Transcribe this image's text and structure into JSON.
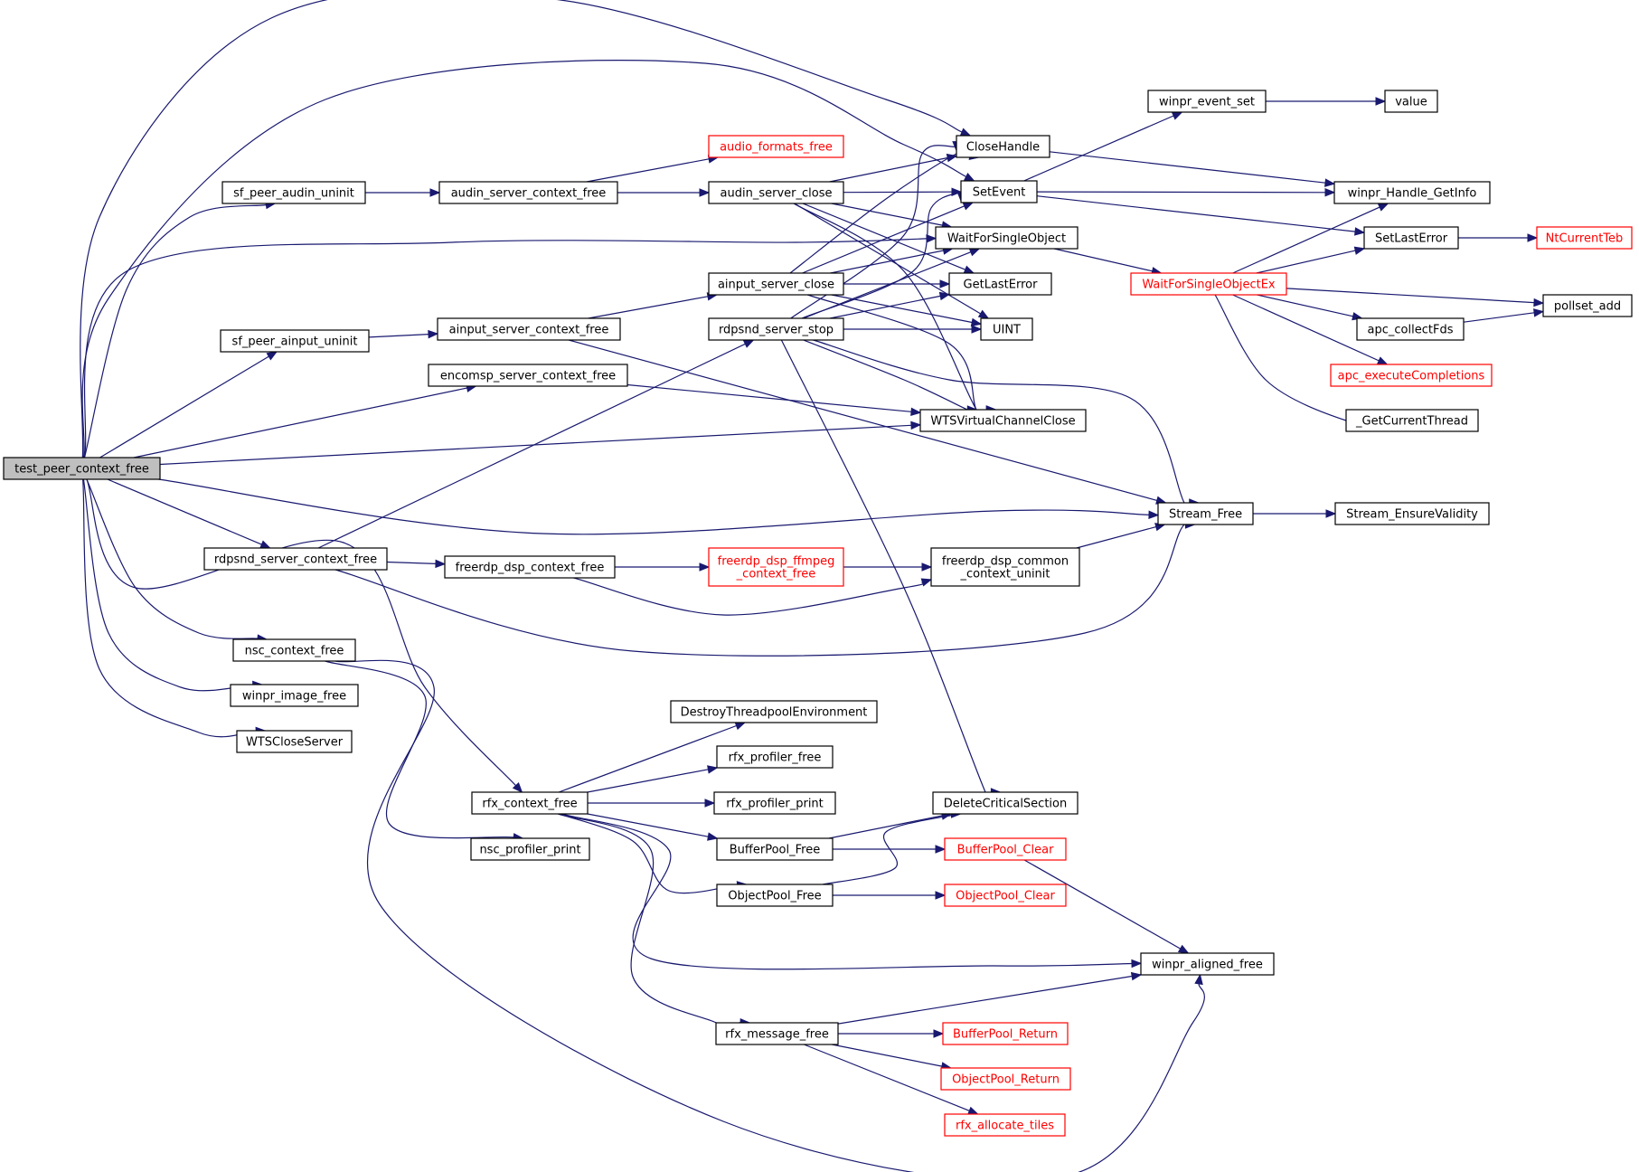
{
  "colors": {
    "edge": "#191970",
    "node_border": "#000000",
    "node_border_truncated": "#ff0000",
    "root_fill": "#bfbfbf",
    "background": "#ffffff"
  },
  "graph": {
    "root": "test_peer_context_free",
    "nodes": [
      {
        "id": "test_peer_context_free",
        "label": "test_peer_context_free",
        "root": true
      },
      {
        "id": "CloseHandle",
        "label": "CloseHandle"
      },
      {
        "id": "SetEvent",
        "label": "SetEvent"
      },
      {
        "id": "sf_peer_audin_uninit",
        "label": "sf_peer_audin_uninit"
      },
      {
        "id": "WaitForSingleObject",
        "label": "WaitForSingleObject"
      },
      {
        "id": "sf_peer_ainput_uninit",
        "label": "sf_peer_ainput_uninit"
      },
      {
        "id": "encomsp_server_context_free",
        "label": "encomsp_server_context_free"
      },
      {
        "id": "WTSVirtualChannelClose",
        "label": "WTSVirtualChannelClose"
      },
      {
        "id": "Stream_Free",
        "label": "Stream_Free"
      },
      {
        "id": "rdpsnd_server_context_free",
        "label": "rdpsnd_server_context_free"
      },
      {
        "id": "nsc_context_free",
        "label": "nsc_context_free"
      },
      {
        "id": "winpr_image_free",
        "label": "winpr_image_free"
      },
      {
        "id": "WTSCloseServer",
        "label": "WTSCloseServer"
      },
      {
        "id": "rfx_context_free",
        "label": "rfx_context_free"
      },
      {
        "id": "audin_server_context_free",
        "label": "audin_server_context_free"
      },
      {
        "id": "audio_formats_free",
        "label": "audio_formats_free",
        "truncated": true
      },
      {
        "id": "audin_server_close",
        "label": "audin_server_close"
      },
      {
        "id": "GetLastError",
        "label": "GetLastError"
      },
      {
        "id": "winpr_Handle_GetInfo",
        "label": "winpr_Handle_GetInfo"
      },
      {
        "id": "SetLastError",
        "label": "SetLastError"
      },
      {
        "id": "winpr_event_set",
        "label": "winpr_event_set"
      },
      {
        "id": "value",
        "label": "value"
      },
      {
        "id": "NtCurrentTeb",
        "label": "NtCurrentTeb",
        "truncated": true
      },
      {
        "id": "WaitForSingleObjectEx",
        "label": "WaitForSingleObjectEx",
        "truncated": true
      },
      {
        "id": "apc_collectFds",
        "label": "apc_collectFds"
      },
      {
        "id": "apc_executeCompletions",
        "label": "apc_executeCompletions",
        "truncated": true
      },
      {
        "id": "_GetCurrentThread",
        "label": "_GetCurrentThread"
      },
      {
        "id": "pollset_add",
        "label": "pollset_add"
      },
      {
        "id": "ainput_server_context_free",
        "label": "ainput_server_context_free"
      },
      {
        "id": "ainput_server_close",
        "label": "ainput_server_close"
      },
      {
        "id": "UINT",
        "label": "UINT"
      },
      {
        "id": "rdpsnd_server_stop",
        "label": "rdpsnd_server_stop"
      },
      {
        "id": "DeleteCriticalSection",
        "label": "DeleteCriticalSection"
      },
      {
        "id": "Stream_EnsureValidity",
        "label": "Stream_EnsureValidity"
      },
      {
        "id": "freerdp_dsp_context_free",
        "label": "freerdp_dsp_context_free"
      },
      {
        "id": "freerdp_dsp_ffmpeg_context_free",
        "label": "freerdp_dsp_ffmpeg\n_context_free",
        "truncated": true
      },
      {
        "id": "freerdp_dsp_common_context_uninit",
        "label": "freerdp_dsp_common\n_context_uninit"
      },
      {
        "id": "nsc_profiler_print",
        "label": "nsc_profiler_print"
      },
      {
        "id": "winpr_aligned_free",
        "label": "winpr_aligned_free"
      },
      {
        "id": "DestroyThreadpoolEnvironment",
        "label": "DestroyThreadpoolEnvironment"
      },
      {
        "id": "rfx_profiler_free",
        "label": "rfx_profiler_free"
      },
      {
        "id": "rfx_profiler_print",
        "label": "rfx_profiler_print"
      },
      {
        "id": "BufferPool_Free",
        "label": "BufferPool_Free"
      },
      {
        "id": "ObjectPool_Free",
        "label": "ObjectPool_Free"
      },
      {
        "id": "rfx_message_free",
        "label": "rfx_message_free"
      },
      {
        "id": "BufferPool_Clear",
        "label": "BufferPool_Clear",
        "truncated": true
      },
      {
        "id": "ObjectPool_Clear",
        "label": "ObjectPool_Clear",
        "truncated": true
      },
      {
        "id": "BufferPool_Return",
        "label": "BufferPool_Return",
        "truncated": true
      },
      {
        "id": "ObjectPool_Return",
        "label": "ObjectPool_Return",
        "truncated": true
      },
      {
        "id": "rfx_allocate_tiles",
        "label": "rfx_allocate_tiles",
        "truncated": true
      }
    ],
    "edges": [
      [
        "test_peer_context_free",
        "CloseHandle"
      ],
      [
        "test_peer_context_free",
        "SetEvent"
      ],
      [
        "test_peer_context_free",
        "sf_peer_audin_uninit"
      ],
      [
        "test_peer_context_free",
        "WaitForSingleObject"
      ],
      [
        "test_peer_context_free",
        "sf_peer_ainput_uninit"
      ],
      [
        "test_peer_context_free",
        "encomsp_server_context_free"
      ],
      [
        "test_peer_context_free",
        "WTSVirtualChannelClose"
      ],
      [
        "test_peer_context_free",
        "Stream_Free"
      ],
      [
        "test_peer_context_free",
        "rdpsnd_server_context_free"
      ],
      [
        "test_peer_context_free",
        "rfx_context_free"
      ],
      [
        "test_peer_context_free",
        "nsc_context_free"
      ],
      [
        "test_peer_context_free",
        "winpr_image_free"
      ],
      [
        "test_peer_context_free",
        "WTSCloseServer"
      ],
      [
        "sf_peer_audin_uninit",
        "audin_server_context_free"
      ],
      [
        "audin_server_context_free",
        "audio_formats_free"
      ],
      [
        "audin_server_context_free",
        "audin_server_close"
      ],
      [
        "audin_server_close",
        "CloseHandle"
      ],
      [
        "audin_server_close",
        "SetEvent"
      ],
      [
        "audin_server_close",
        "WaitForSingleObject"
      ],
      [
        "audin_server_close",
        "GetLastError"
      ],
      [
        "audin_server_close",
        "WTSVirtualChannelClose"
      ],
      [
        "audin_server_close",
        "UINT"
      ],
      [
        "CloseHandle",
        "winpr_Handle_GetInfo"
      ],
      [
        "SetEvent",
        "winpr_event_set"
      ],
      [
        "SetEvent",
        "winpr_Handle_GetInfo"
      ],
      [
        "SetEvent",
        "SetLastError"
      ],
      [
        "winpr_event_set",
        "value"
      ],
      [
        "SetLastError",
        "NtCurrentTeb"
      ],
      [
        "WaitForSingleObject",
        "WaitForSingleObjectEx"
      ],
      [
        "WaitForSingleObjectEx",
        "winpr_Handle_GetInfo"
      ],
      [
        "WaitForSingleObjectEx",
        "SetLastError"
      ],
      [
        "WaitForSingleObjectEx",
        "pollset_add"
      ],
      [
        "WaitForSingleObjectEx",
        "apc_collectFds"
      ],
      [
        "WaitForSingleObjectEx",
        "apc_executeCompletions"
      ],
      [
        "WaitForSingleObjectEx",
        "_GetCurrentThread"
      ],
      [
        "apc_collectFds",
        "pollset_add"
      ],
      [
        "sf_peer_ainput_uninit",
        "ainput_server_context_free"
      ],
      [
        "ainput_server_context_free",
        "ainput_server_close"
      ],
      [
        "ainput_server_context_free",
        "Stream_Free"
      ],
      [
        "ainput_server_close",
        "CloseHandle"
      ],
      [
        "ainput_server_close",
        "SetEvent"
      ],
      [
        "ainput_server_close",
        "WaitForSingleObject"
      ],
      [
        "ainput_server_close",
        "GetLastError"
      ],
      [
        "ainput_server_close",
        "UINT"
      ],
      [
        "ainput_server_close",
        "WTSVirtualChannelClose"
      ],
      [
        "encomsp_server_context_free",
        "WTSVirtualChannelClose"
      ],
      [
        "rdpsnd_server_context_free",
        "rdpsnd_server_stop"
      ],
      [
        "rdpsnd_server_context_free",
        "freerdp_dsp_context_free"
      ],
      [
        "rdpsnd_server_context_free",
        "Stream_Free"
      ],
      [
        "rdpsnd_server_stop",
        "CloseHandle"
      ],
      [
        "rdpsnd_server_stop",
        "SetEvent"
      ],
      [
        "rdpsnd_server_stop",
        "WaitForSingleObject"
      ],
      [
        "rdpsnd_server_stop",
        "GetLastError"
      ],
      [
        "rdpsnd_server_stop",
        "UINT"
      ],
      [
        "rdpsnd_server_stop",
        "WTSVirtualChannelClose"
      ],
      [
        "rdpsnd_server_stop",
        "Stream_Free"
      ],
      [
        "rdpsnd_server_stop",
        "DeleteCriticalSection"
      ],
      [
        "Stream_Free",
        "Stream_EnsureValidity"
      ],
      [
        "freerdp_dsp_context_free",
        "freerdp_dsp_ffmpeg_context_free"
      ],
      [
        "freerdp_dsp_context_free",
        "freerdp_dsp_common_context_uninit"
      ],
      [
        "freerdp_dsp_ffmpeg_context_free",
        "freerdp_dsp_common_context_uninit"
      ],
      [
        "freerdp_dsp_common_context_uninit",
        "Stream_Free"
      ],
      [
        "nsc_context_free",
        "nsc_profiler_print"
      ],
      [
        "nsc_context_free",
        "winpr_aligned_free"
      ],
      [
        "rfx_context_free",
        "DestroyThreadpoolEnvironment"
      ],
      [
        "rfx_context_free",
        "rfx_profiler_free"
      ],
      [
        "rfx_context_free",
        "rfx_profiler_print"
      ],
      [
        "rfx_context_free",
        "BufferPool_Free"
      ],
      [
        "rfx_context_free",
        "ObjectPool_Free"
      ],
      [
        "rfx_context_free",
        "winpr_aligned_free"
      ],
      [
        "rfx_context_free",
        "rfx_message_free"
      ],
      [
        "BufferPool_Free",
        "DeleteCriticalSection"
      ],
      [
        "BufferPool_Free",
        "BufferPool_Clear"
      ],
      [
        "ObjectPool_Free",
        "DeleteCriticalSection"
      ],
      [
        "ObjectPool_Free",
        "ObjectPool_Clear"
      ],
      [
        "BufferPool_Clear",
        "winpr_aligned_free"
      ],
      [
        "rfx_message_free",
        "winpr_aligned_free"
      ],
      [
        "rfx_message_free",
        "BufferPool_Return"
      ],
      [
        "rfx_message_free",
        "ObjectPool_Return"
      ],
      [
        "rfx_message_free",
        "rfx_allocate_tiles"
      ]
    ]
  }
}
